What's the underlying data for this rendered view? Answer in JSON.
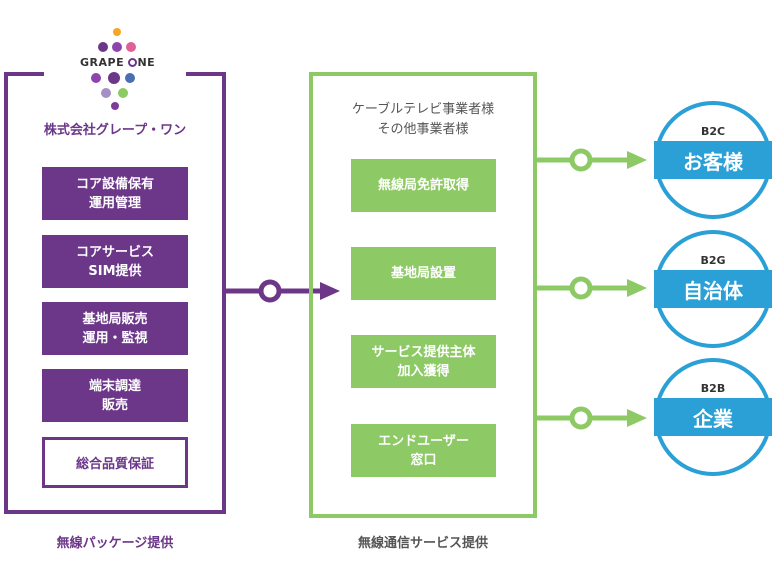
{
  "logo": {
    "text_left": "GRAPE",
    "text_right": "NE",
    "dot_colors": [
      "#f5a623",
      "#8e44ad",
      "#6c3789",
      "#e0609a",
      "#a64ca6",
      "#4caf50",
      "#7d3c98"
    ]
  },
  "company": "株式会社グレープ・ワン",
  "left_boxes": [
    {
      "line1": "コア設備保有",
      "line2": "運用管理"
    },
    {
      "line1": "コアサービス",
      "line2": "SIM提供"
    },
    {
      "line1": "基地局販売",
      "line2": "運用・監視"
    },
    {
      "line1": "端末調達",
      "line2": "販売"
    }
  ],
  "left_outline_box": "総合品質保証",
  "left_label": "無線パッケージ提供",
  "middle": {
    "title_line1": "ケーブルテレビ事業者様",
    "title_line2": "その他事業者様",
    "boxes": [
      {
        "line1": "無線局免許取得",
        "line2": ""
      },
      {
        "line1": "基地局設置",
        "line2": ""
      },
      {
        "line1": "サービス提供主体",
        "line2": "加入獲得"
      },
      {
        "line1": "エンドユーザー",
        "line2": "窓口"
      }
    ],
    "label": "無線通信サービス提供"
  },
  "customers": [
    {
      "code": "B2C",
      "name": "お客様"
    },
    {
      "code": "B2G",
      "name": "自治体"
    },
    {
      "code": "B2B",
      "name": "企業"
    }
  ],
  "colors": {
    "purple": "#6c3789",
    "green": "#8dc965",
    "blue": "#2aa0d6"
  }
}
